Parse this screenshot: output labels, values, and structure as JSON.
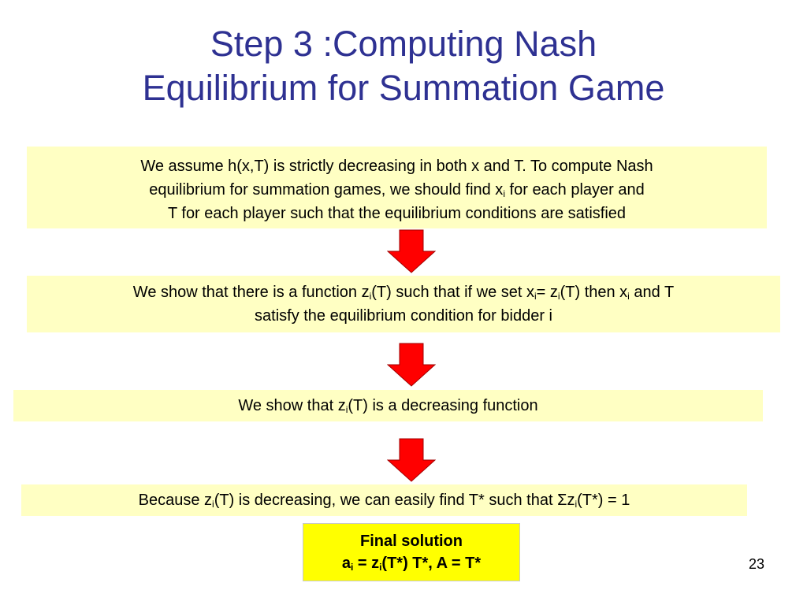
{
  "title": {
    "line1": "Step 3 :Computing Nash",
    "line2": "Equilibrium for Summation Game"
  },
  "box1": {
    "l1": "We assume h(x,T) is strictly decreasing in both x and T. To compute Nash",
    "l2a": "equilibrium for summation games, we should find x",
    "l2sub": "i",
    "l2b": " for each player and",
    "l3": "T for each player such that the equilibrium conditions are satisfied"
  },
  "box2": {
    "a": "We show that there is a function z",
    "a_sub": "i",
    "b": "(T)  such that if we set x",
    "b_sub": "i",
    "c": "= z",
    "c_sub": "i",
    "d": "(T) then x",
    "d_sub": "i",
    "e": " and T",
    "l2": "satisfy the equilibrium condition for bidder i"
  },
  "box3": {
    "a": "We show that z",
    "a_sub": "i",
    "b": "(T) is a decreasing function"
  },
  "box4": {
    "a": "Because z",
    "a_sub": "i",
    "b": "(T) is decreasing,  we can easily find T* such that ",
    "sigma": "Σ",
    "c": "z",
    "c_sub": "i",
    "d": "(T*) = 1"
  },
  "final": {
    "label": "Final solution",
    "a": "a",
    "a_sub": "i",
    "b": " = z",
    "b_sub": "i",
    "c": "(T*) T*, A = T*"
  },
  "page_number": "23",
  "colors": {
    "title": "#2e3192",
    "box_fill": "#ffffc3",
    "final_fill": "#ffff00",
    "arrow_fill": "#ff0000"
  }
}
